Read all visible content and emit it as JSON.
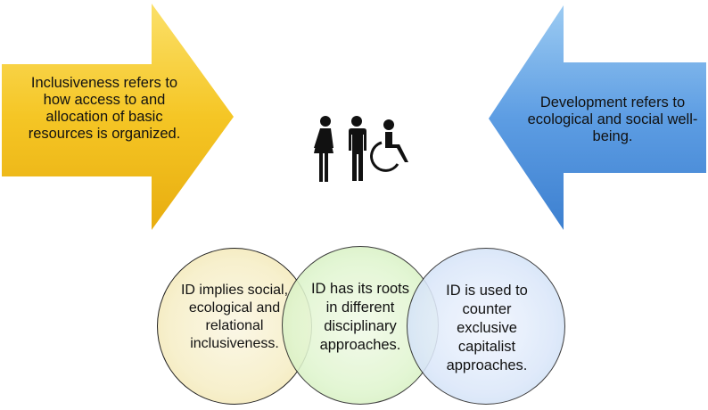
{
  "left_arrow": {
    "text": "Inclusiveness refers to how access to and allocation of basic resources is organized.",
    "color_top": "#f8d43a",
    "color_bottom": "#e5a90b"
  },
  "right_arrow": {
    "text": "Development refers to ecological and social well-being.",
    "color_top": "#8cc1f0",
    "color_bottom": "#3f86d6"
  },
  "center_icon": "people-with-wheelchair-icon",
  "circles": [
    {
      "text": "ID implies social, ecological and relational inclusiveness.",
      "color": "#f7f0cd"
    },
    {
      "text": "ID has its roots in different disciplinary approaches.",
      "color": "#e0f5cf"
    },
    {
      "text": "ID is used to counter exclusive capitalist approaches.",
      "color": "#dce8fa"
    }
  ]
}
